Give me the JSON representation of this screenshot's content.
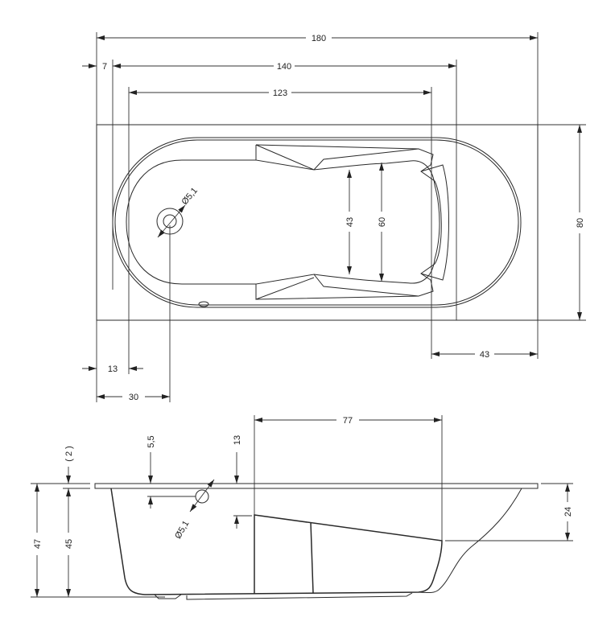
{
  "title": "Bathtub dimension drawing",
  "top_view": {
    "overall_length": "180",
    "rim_offset": "7",
    "inner_length": "140",
    "bottom_length": "123",
    "drain_diameter": "Ø5,1",
    "backrest_width_inner": "43",
    "backrest_width_outer": "60",
    "overall_width": "80",
    "bottom_offset": "13",
    "drain_offset": "30",
    "head_offset": "43"
  },
  "side_view": {
    "slope_length": "77",
    "overflow_depth": "5,5",
    "slope_depth": "13",
    "rim_thickness": "( 2 )",
    "overall_height": "47",
    "inner_depth": "45",
    "overflow_diameter": "Ø5,1",
    "head_depth": "24"
  }
}
